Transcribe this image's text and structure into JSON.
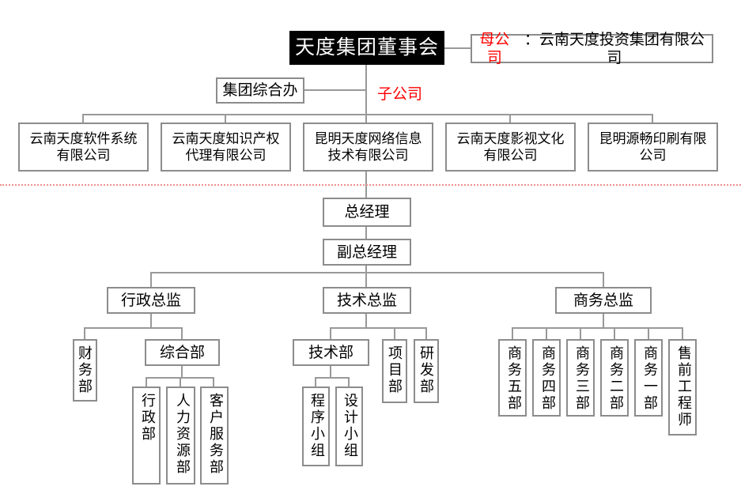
{
  "board": {
    "title": "天度集团董事会"
  },
  "parent_company": {
    "label": "母公司",
    "name": "：云南天度投资集团有限公司"
  },
  "group_office": {
    "label": "集团综合办"
  },
  "subsidiary": {
    "label": "子公司"
  },
  "companies": [
    {
      "line1": "云南天度软件系统",
      "line2": "有限公司"
    },
    {
      "line1": "云南天度知识产权",
      "line2": "代理有限公司"
    },
    {
      "line1": "昆明天度网络信息",
      "line2": "技术有限公司"
    },
    {
      "line1": "云南天度影视文化",
      "line2": "有限公司"
    },
    {
      "line1": "昆明源畅印刷有限",
      "line2": "公司"
    }
  ],
  "management": {
    "general_manager": "总经理",
    "deputy_general_manager": "副总经理"
  },
  "directors": {
    "admin": "行政总监",
    "tech": "技术总监",
    "business": "商务总监"
  },
  "admin_branch": {
    "finance": "财务部",
    "general": "综合部",
    "general_children": [
      "行政部",
      "人力资源部",
      "客户服务部"
    ]
  },
  "tech_branch": {
    "tech_dept": "技术部",
    "project": "项目部",
    "rnd": "研发部",
    "tech_children": [
      "程序小组",
      "设计小组"
    ]
  },
  "business_branch": {
    "teams": [
      "商务五部",
      "商务四部",
      "商务三部",
      "商务二部",
      "商务一部",
      "售前工程师"
    ]
  },
  "colors": {
    "board_background": "#000000",
    "accent_red": "#ff0000",
    "box_border_gray": "#8c8c8c",
    "connector_gray": "#999999",
    "divider_pink": "#f08f8f"
  }
}
